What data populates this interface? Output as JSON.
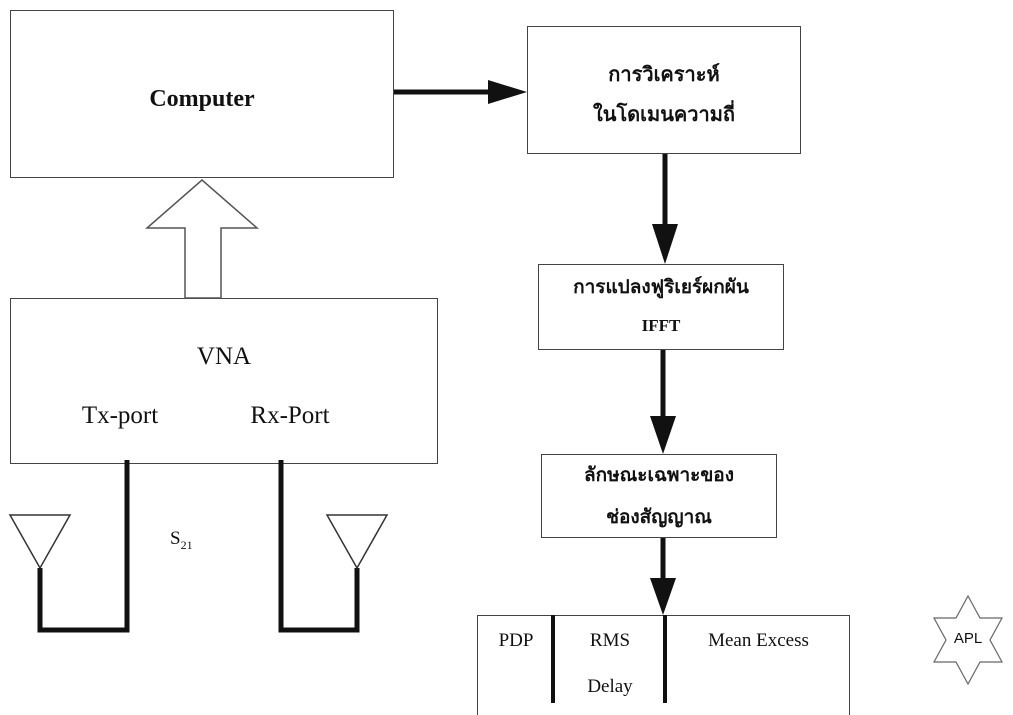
{
  "computer": {
    "label": "Computer"
  },
  "vna": {
    "label": "VNA",
    "tx_port": "Tx-port",
    "rx_port": "Rx-Port"
  },
  "s21": {
    "base": "S",
    "sub": "21"
  },
  "freq_analysis": {
    "line1": "การวิเคราะห์",
    "line2": "ในโดเมนความถี่"
  },
  "ifft_box": {
    "line1": "การแปลงฟูริเยร์ผกผัน",
    "line2": "IFFT"
  },
  "channel_box": {
    "line1": "ลักษณะเฉพาะของ",
    "line2": "ช่องสัญญาณ"
  },
  "results_table": {
    "pdp": "PDP",
    "rms": "RMS",
    "rms_delay": "Delay",
    "mean_excess": "Mean Excess"
  },
  "logo": {
    "text": "APL"
  }
}
